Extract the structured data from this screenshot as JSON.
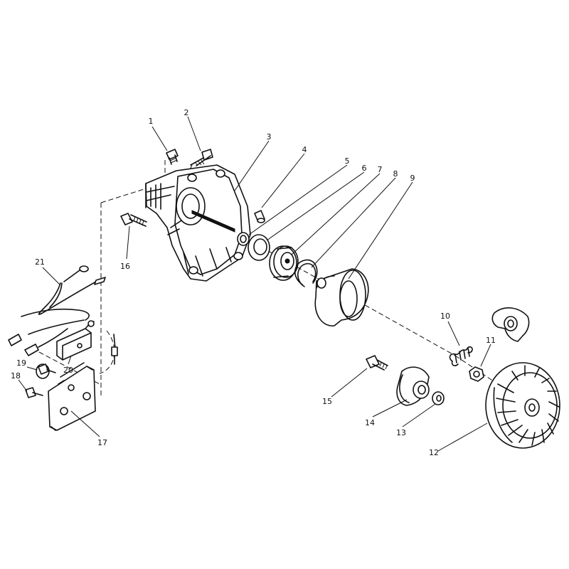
{
  "parts": [
    {
      "ref": "1"
    },
    {
      "ref": "2"
    },
    {
      "ref": "3"
    },
    {
      "ref": "4"
    },
    {
      "ref": "5"
    },
    {
      "ref": "6"
    },
    {
      "ref": "7"
    },
    {
      "ref": "8"
    },
    {
      "ref": "9"
    },
    {
      "ref": "10"
    },
    {
      "ref": "11"
    },
    {
      "ref": "12"
    },
    {
      "ref": "13"
    },
    {
      "ref": "14"
    },
    {
      "ref": "15"
    },
    {
      "ref": "16"
    },
    {
      "ref": "17"
    },
    {
      "ref": "18"
    },
    {
      "ref": "19"
    },
    {
      "ref": "20"
    },
    {
      "ref": "21"
    }
  ],
  "colors": {
    "ink": "#111111",
    "paper": "#ffffff"
  }
}
